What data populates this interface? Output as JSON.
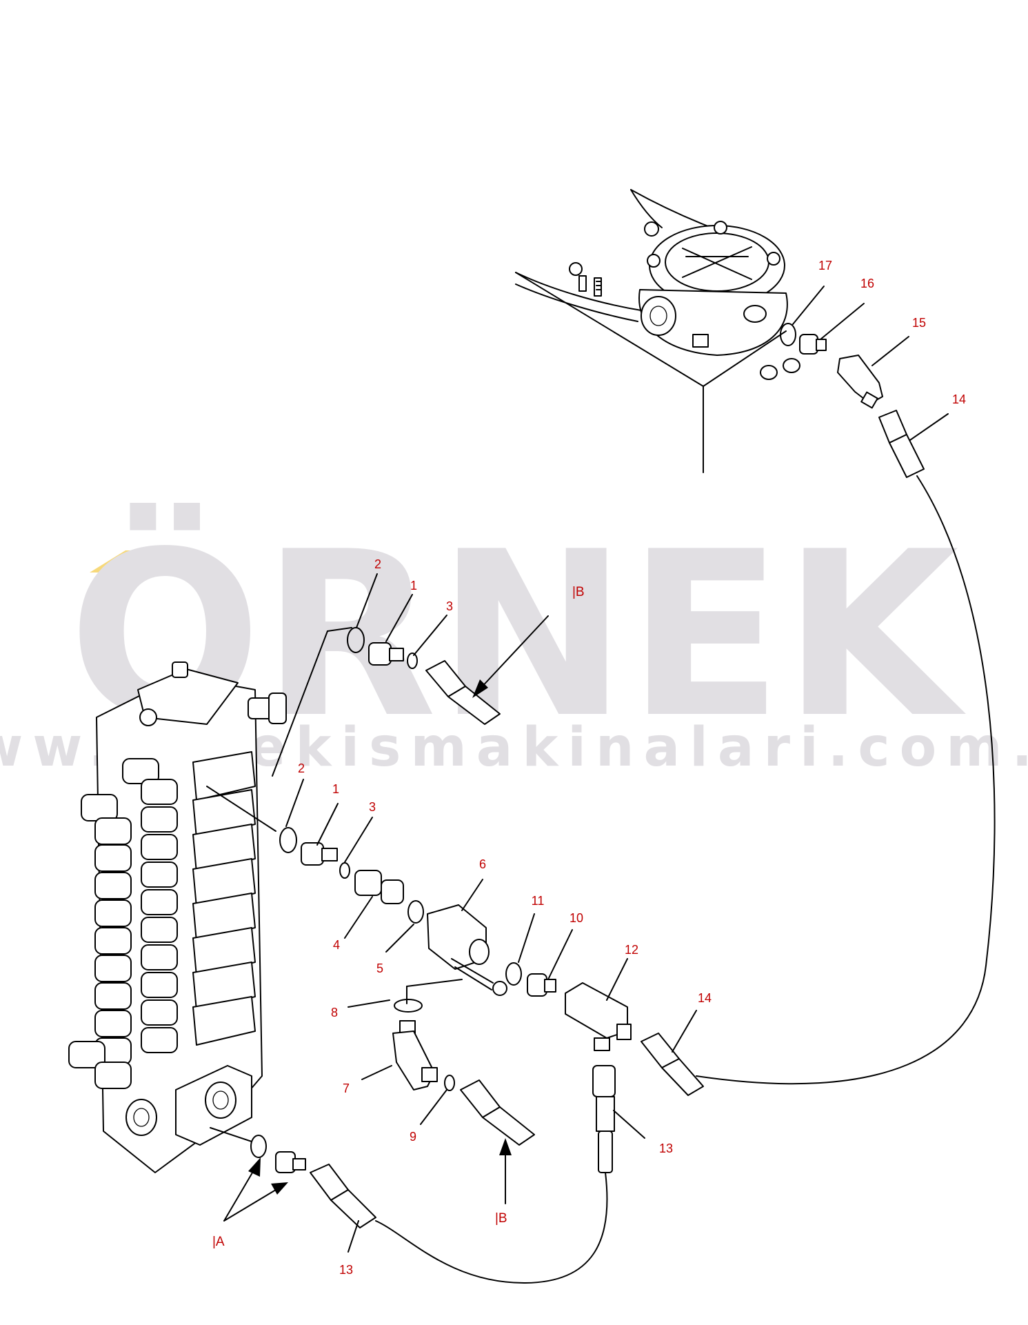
{
  "watermark": {
    "brand": "ÖRNEK",
    "url": "www.ornekismakinalari.com.tr",
    "text_color": "#e1dfe3",
    "accent_color": "#f7d97a"
  },
  "callouts": {
    "top_2": "2",
    "top_1": "1",
    "top_3": "3",
    "mid_2": "2",
    "mid_1": "1",
    "mid_3": "3",
    "p4": "4",
    "p5": "5",
    "p6": "6",
    "p7": "7",
    "p8": "8",
    "p9": "9",
    "p10": "10",
    "p11": "11",
    "p12": "12",
    "p13_right": "13",
    "p13_bottom": "13",
    "p14_upper": "14",
    "p14_lower": "14",
    "p15": "15",
    "p16": "16",
    "p17": "17"
  },
  "view_labels": {
    "b_top": "|B",
    "b_bottom": "|B",
    "a_bottom": "|A"
  },
  "colors": {
    "callout": "#c00000",
    "line": "#000000"
  }
}
